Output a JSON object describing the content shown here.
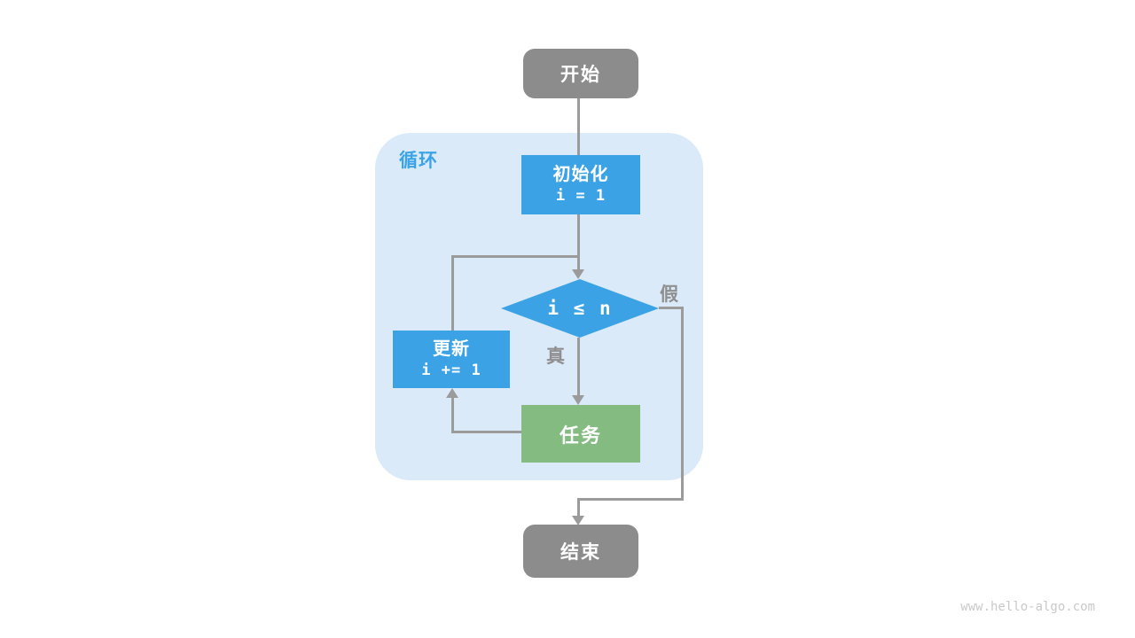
{
  "diagram": {
    "nodes": {
      "start": {
        "label": "开始"
      },
      "init": {
        "line1": "初始化",
        "line2": "i = 1"
      },
      "condition": {
        "label": "i ≤ n"
      },
      "update": {
        "line1": "更新",
        "line2": "i += 1"
      },
      "task": {
        "label": "任务"
      },
      "end": {
        "label": "结束"
      }
    },
    "labels": {
      "loop": "循环",
      "true_branch": "真",
      "false_branch": "假"
    },
    "colors": {
      "terminal_gray": "#8c8c8c",
      "process_blue": "#3ca2e6",
      "task_green": "#84bb81",
      "loop_background": "#daeaf8",
      "loop_label_blue": "#3ba3e8",
      "connector_gray": "#9b9b9b",
      "branch_label_gray": "#8f8f8f",
      "watermark_gray": "#c9c9c9"
    }
  },
  "watermark": "www.hello-algo.com"
}
